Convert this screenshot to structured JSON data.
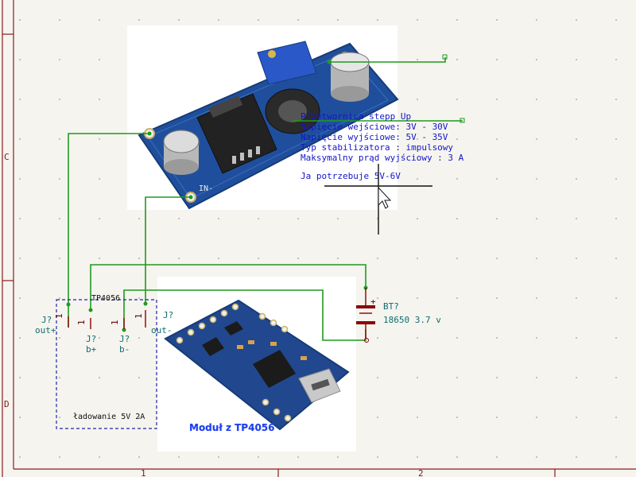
{
  "frame": {
    "row_labels": [
      "C",
      "D"
    ],
    "col_labels": [
      "1",
      "2"
    ]
  },
  "boost_note": {
    "lines": [
      "Przetwornica stepp Up",
      "Napięcie wejściowe: 3V - 30V",
      "Napięcie wyjściowe: 5V - 35V",
      "Typ stabilizatora : impulsowy",
      "Maksymalny prąd wyjściowy : 3 A"
    ],
    "requirement": "Ja potrzebuje 5V-6V",
    "pcb_marking": "IN-"
  },
  "tp4056_block": {
    "ref": "TP4056",
    "connectors": [
      {
        "ref": "J?",
        "name": "out+",
        "pin": "1"
      },
      {
        "ref": "J?",
        "name": "b+",
        "pin": "1"
      },
      {
        "ref": "J?",
        "name": "b-",
        "pin": "1"
      },
      {
        "ref": "J?",
        "name": "out-",
        "pin": "1"
      }
    ],
    "charging_label": "ładowanie 5V 2A",
    "module_caption": "Moduł z TP4056"
  },
  "battery": {
    "ref": "BT?",
    "value": "18650 3.7 v",
    "plus": "+"
  },
  "colors": {
    "wire": "#1f9a1f",
    "frame": "#8a1c1c",
    "note": "#1515c8",
    "ref_text": "#0f6e6e",
    "battery": "#8b0000",
    "dashed_box": "#2222aa"
  }
}
